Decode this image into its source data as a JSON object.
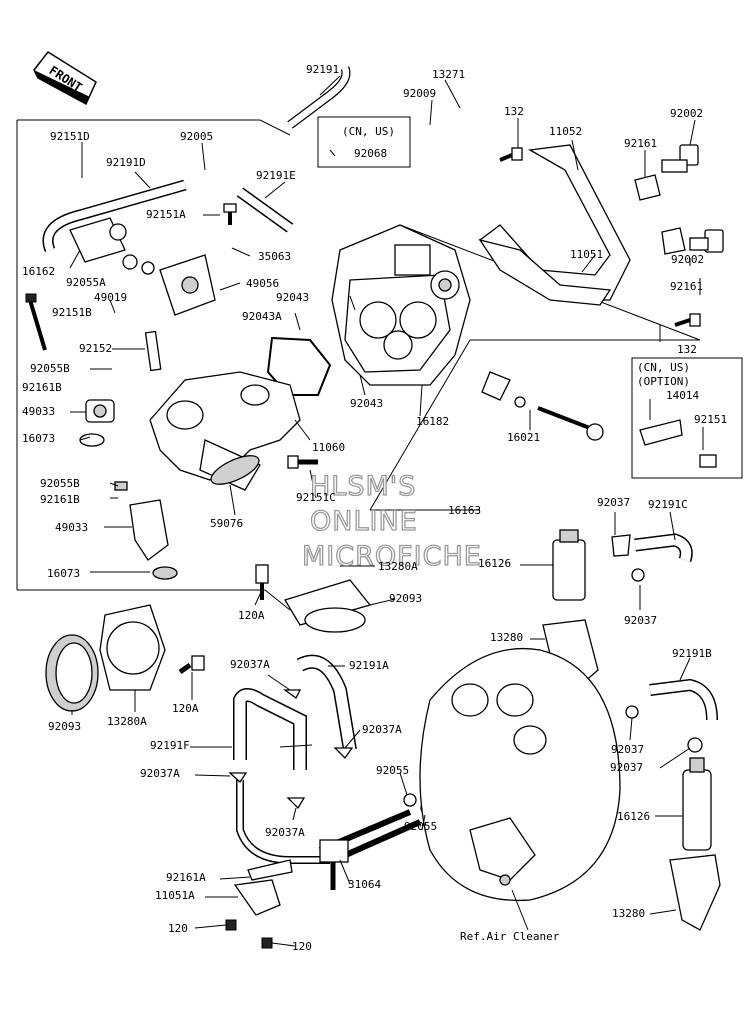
{
  "front_label": "FRONT",
  "watermark": [
    "HLSM'S",
    "ONLINE",
    "MICROFICHE"
  ],
  "option_labels": {
    "cn_us_top": "(CN, US)",
    "cn_us_option_line1": "(CN, US)",
    "cn_us_option_line2": "(OPTION)"
  },
  "reference_text": "Ref.Air Cleaner",
  "part_labels": [
    "92191",
    "13271",
    "92009",
    "132",
    "11052",
    "92002",
    "92151D",
    "92005",
    "92068",
    "92161",
    "92191D",
    "92191E",
    "92151A",
    "35063",
    "16162",
    "92055A",
    "49019",
    "49056",
    "92151B",
    "92043",
    "92043A",
    "11051",
    "92002",
    "92161",
    "132",
    "92152",
    "92055B",
    "92161B",
    "14014",
    "49033",
    "92151",
    "92043",
    "16182",
    "16073",
    "11060",
    "16021",
    "92055B",
    "92161B",
    "92151C",
    "16163",
    "49033",
    "59076",
    "92037",
    "92191C",
    "16126",
    "16073",
    "13280A",
    "120A",
    "92093",
    "92037",
    "13280",
    "92093",
    "13280A",
    "120A",
    "92037A",
    "92191A",
    "92191B",
    "92037A",
    "92191F",
    "92037A",
    "92037",
    "92037",
    "92055",
    "92055",
    "92037A",
    "16126",
    "92161A",
    "31064",
    "11051A",
    "120",
    "120",
    "13280"
  ]
}
